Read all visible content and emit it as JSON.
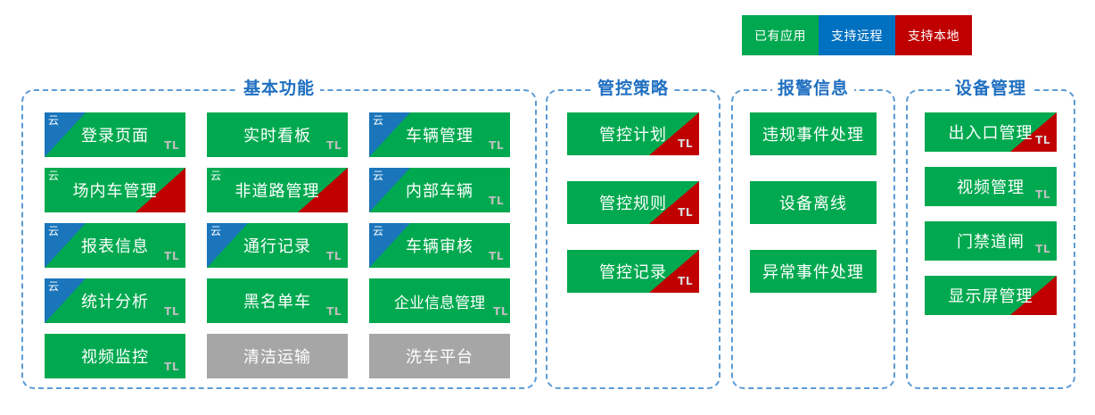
{
  "legend": {
    "items": [
      {
        "label": "已有应用",
        "color": "#00a94f",
        "name": "legend-existing-app"
      },
      {
        "label": "支持远程",
        "color": "#0070c0",
        "name": "legend-supports-remote"
      },
      {
        "label": "支持本地",
        "color": "#c00000",
        "name": "legend-supports-local"
      }
    ]
  },
  "markers": {
    "cloud_glyph": "云",
    "tl_label": "TL"
  },
  "panels": [
    {
      "id": "panel-basic",
      "title": "基本功能",
      "cards": [
        {
          "label": "登录页面",
          "style": "green",
          "cloud": true,
          "cloud_on_blue": true,
          "red_corner": false,
          "tl": true
        },
        {
          "label": "实时看板",
          "style": "green",
          "cloud": false,
          "cloud_on_blue": false,
          "red_corner": false,
          "tl": true
        },
        {
          "label": "车辆管理",
          "style": "green",
          "cloud": true,
          "cloud_on_blue": true,
          "red_corner": false,
          "tl": true
        },
        {
          "label": "场内车管理",
          "style": "green",
          "cloud": true,
          "cloud_on_blue": false,
          "red_corner": true,
          "tl": false
        },
        {
          "label": "非道路管理",
          "style": "green",
          "cloud": true,
          "cloud_on_blue": false,
          "red_corner": true,
          "tl": false
        },
        {
          "label": "内部车辆",
          "style": "green",
          "cloud": true,
          "cloud_on_blue": true,
          "red_corner": false,
          "tl": true
        },
        {
          "label": "报表信息",
          "style": "green",
          "cloud": true,
          "cloud_on_blue": true,
          "red_corner": false,
          "tl": true
        },
        {
          "label": "通行记录",
          "style": "green",
          "cloud": true,
          "cloud_on_blue": true,
          "red_corner": false,
          "tl": true
        },
        {
          "label": "车辆审核",
          "style": "green",
          "cloud": true,
          "cloud_on_blue": true,
          "red_corner": false,
          "tl": true
        },
        {
          "label": "统计分析",
          "style": "green",
          "cloud": true,
          "cloud_on_blue": true,
          "red_corner": false,
          "tl": true
        },
        {
          "label": "黑名单车",
          "style": "green",
          "cloud": false,
          "cloud_on_blue": false,
          "red_corner": false,
          "tl": true
        },
        {
          "label": "企业信息管理",
          "style": "green",
          "cloud": false,
          "cloud_on_blue": false,
          "red_corner": false,
          "tl": true,
          "wide": true
        },
        {
          "label": "视频监控",
          "style": "green",
          "cloud": false,
          "cloud_on_blue": false,
          "red_corner": false,
          "tl": true
        },
        {
          "label": "清洁运输",
          "style": "gray",
          "cloud": false,
          "cloud_on_blue": false,
          "red_corner": false,
          "tl": false
        },
        {
          "label": "洗车平台",
          "style": "gray",
          "cloud": false,
          "cloud_on_blue": false,
          "red_corner": false,
          "tl": false
        }
      ]
    },
    {
      "id": "panel-control",
      "title": "管控策略",
      "cards": [
        {
          "label": "管控计划",
          "style": "green",
          "cloud": false,
          "cloud_on_blue": false,
          "red_big": true,
          "tl": true,
          "tl_on_red": true
        },
        {
          "label": "管控规则",
          "style": "green",
          "cloud": false,
          "cloud_on_blue": false,
          "red_big": true,
          "tl": true,
          "tl_on_red": true
        },
        {
          "label": "管控记录",
          "style": "green",
          "cloud": false,
          "cloud_on_blue": false,
          "red_big": true,
          "tl": true,
          "tl_on_red": true
        }
      ]
    },
    {
      "id": "panel-alarm",
      "title": "报警信息",
      "cards": [
        {
          "label": "违规事件处理",
          "style": "green",
          "cloud": false,
          "cloud_on_blue": false,
          "red_big": false,
          "tl": false
        },
        {
          "label": "设备离线",
          "style": "green",
          "cloud": false,
          "cloud_on_blue": false,
          "red_big": false,
          "tl": false
        },
        {
          "label": "异常事件处理",
          "style": "green",
          "cloud": false,
          "cloud_on_blue": false,
          "red_big": false,
          "tl": false
        }
      ]
    },
    {
      "id": "panel-device",
      "title": "设备管理",
      "cards": [
        {
          "label": "出入口管理",
          "style": "green",
          "cloud": false,
          "cloud_on_blue": false,
          "red_big": true,
          "tl": true,
          "tl_on_red": true
        },
        {
          "label": "视频管理",
          "style": "green",
          "cloud": false,
          "cloud_on_blue": false,
          "red_big": false,
          "tl": true
        },
        {
          "label": "门禁道闸",
          "style": "green",
          "cloud": false,
          "cloud_on_blue": false,
          "red_big": false,
          "tl": true
        },
        {
          "label": "显示屏管理",
          "style": "green",
          "cloud": false,
          "cloud_on_blue": false,
          "red_big": true,
          "tl": false
        }
      ]
    }
  ]
}
